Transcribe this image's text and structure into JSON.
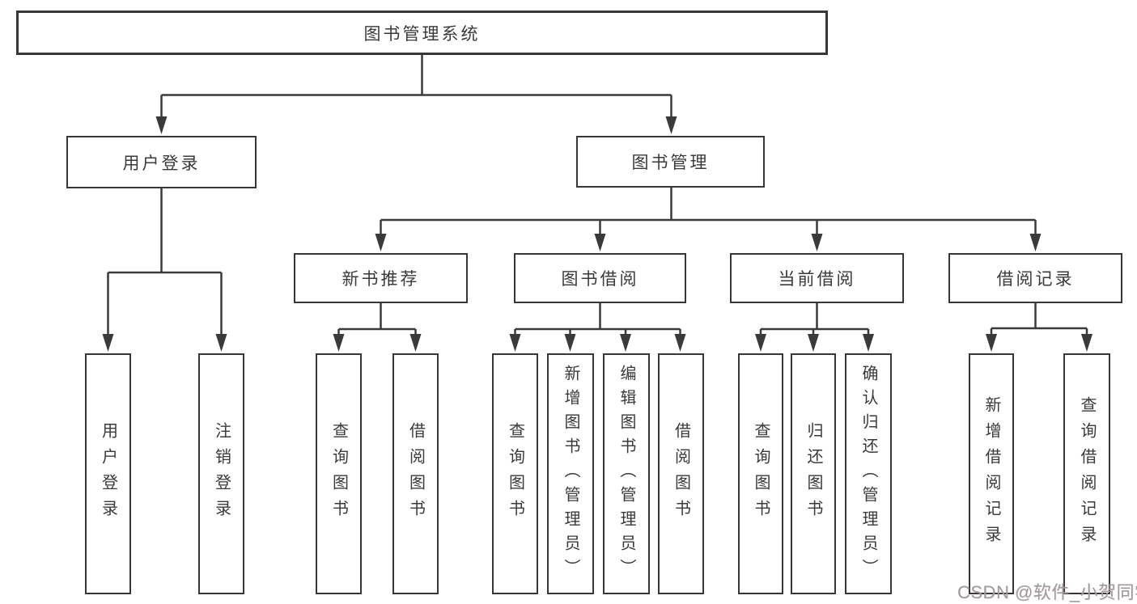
{
  "diagram": {
    "root": {
      "label": "图书管理系统"
    },
    "level2": {
      "user_login": {
        "label": "用户登录"
      },
      "book_management": {
        "label": "图书管理"
      }
    },
    "level3": {
      "new_book_recommend": {
        "label": "新书推荐"
      },
      "book_borrow": {
        "label": "图书借阅"
      },
      "current_borrow": {
        "label": "当前借阅"
      },
      "borrow_record": {
        "label": "借阅记录"
      }
    },
    "leaves": {
      "user_login_1": "用户登录",
      "user_login_2": "注销登录",
      "new_book_1": "查询图书",
      "new_book_2": "借阅图书",
      "borrow_1": "查询图书",
      "borrow_2": "新增图书（管理员）",
      "borrow_3": "编辑图书（管理员）",
      "borrow_4": "借阅图书",
      "current_1": "查询图书",
      "current_2": "归还图书",
      "current_3": "确认归还（管理员）",
      "record_1": "新增借阅记录",
      "record_2": "查询借阅记录"
    }
  },
  "watermark": "CSDN @软件_小贺同学",
  "colors": {
    "line": "#3a3a3c",
    "box_border": "#37373a",
    "box_fill": "#ffffff",
    "text": "#3a3a3c",
    "watermark": "#9e9ca0"
  }
}
